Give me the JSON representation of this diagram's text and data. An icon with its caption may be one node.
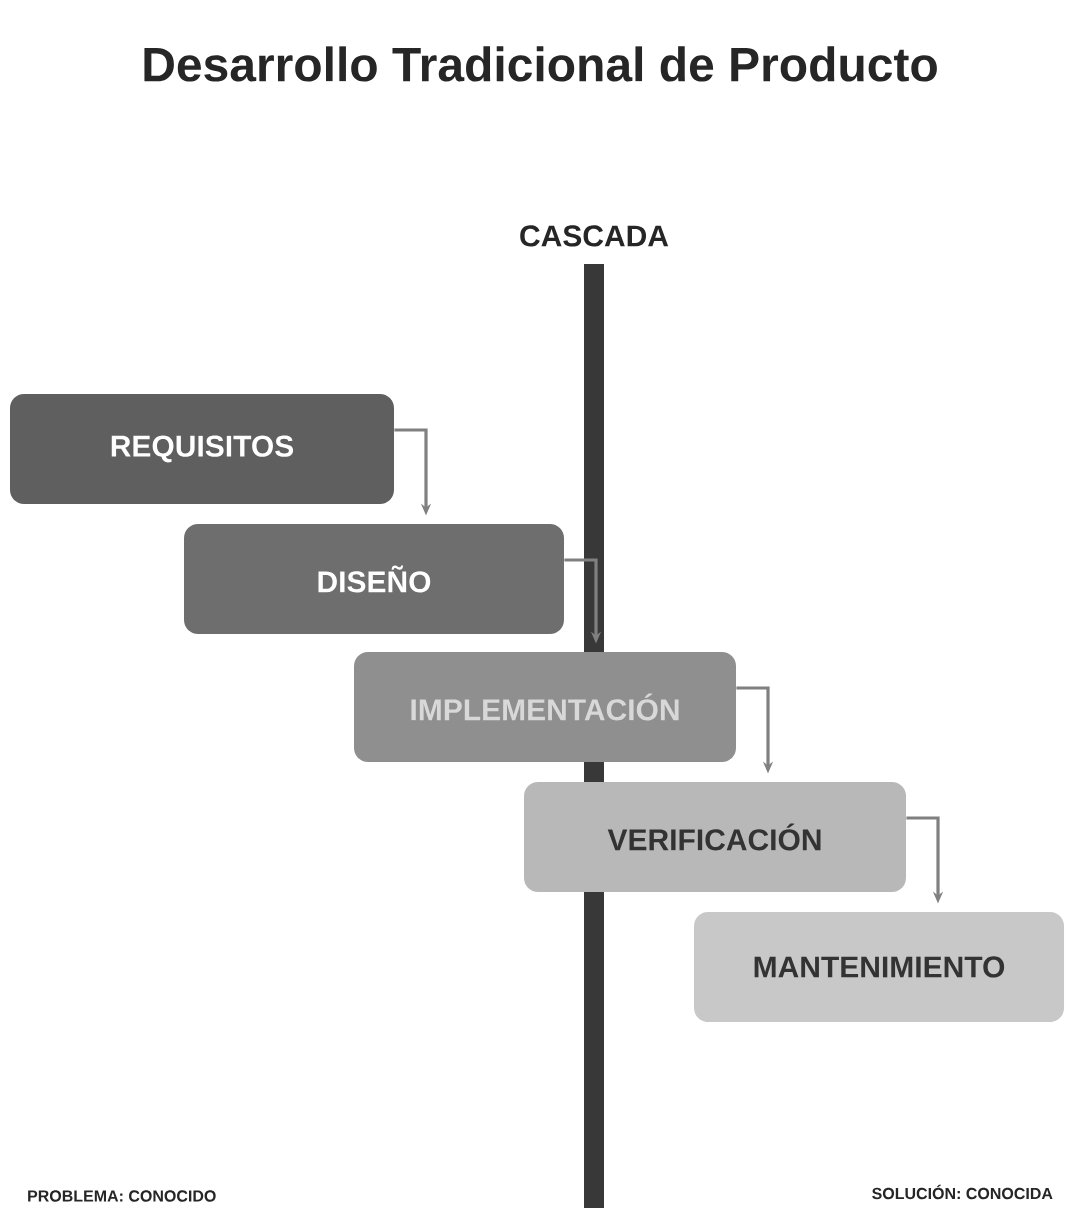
{
  "diagram": {
    "title": "Desarrollo Tradicional de Producto",
    "nodes": [
      {
        "text": [
          "REQUISITOS"
        ]
      },
      {
        "text": [
          "DISEÑO"
        ]
      },
      {
        "text": [
          "IMPLEMENTACIÓN"
        ]
      },
      {
        "text": [
          "VERIFICACIÓN"
        ]
      },
      {
        "text": [
          "MANTENIMIENTO"
        ]
      }
    ],
    "edges": [
      {
        "from": 0,
        "to": 1,
        "arrow": "to"
      },
      {
        "from": 1,
        "to": 2,
        "arrow": "to"
      },
      {
        "from": 2,
        "to": 3,
        "arrow": "to"
      },
      {
        "from": 3,
        "to": 4,
        "arrow": "to"
      }
    ],
    "labels": [
      "CASCADA",
      "PROBLEMA: CONOCIDO",
      "SOLUCIÓN: CONOCIDA"
    ]
  }
}
